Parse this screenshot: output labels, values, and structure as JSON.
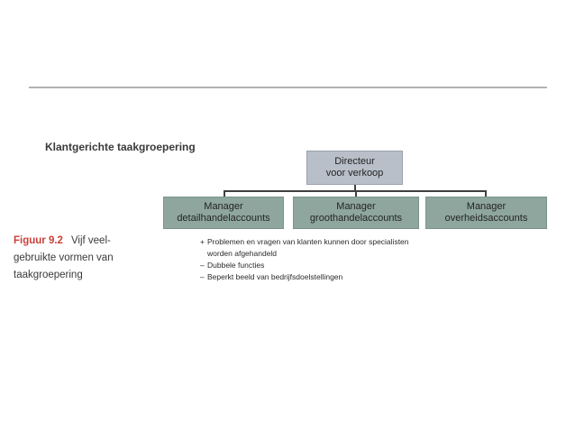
{
  "heading": "Klantgerichte taakgroepering",
  "figure_caption": {
    "label": "Figuur 9.2",
    "lines": [
      "Vijf veel-",
      "gebruikte vormen van",
      "taakgroepering"
    ]
  },
  "org_chart": {
    "root": {
      "lines": [
        "Directeur",
        "voor verkoop"
      ]
    },
    "children": [
      {
        "lines": [
          "Manager",
          "detailhandelaccounts"
        ]
      },
      {
        "lines": [
          "Manager",
          "groothandelaccounts"
        ]
      },
      {
        "lines": [
          "Manager",
          "overheidsaccounts"
        ]
      }
    ]
  },
  "notes": {
    "items": [
      {
        "sign": "+",
        "lines": [
          "Problemen en vragen van klanten kunnen door specialisten",
          "worden afgehandeld"
        ]
      },
      {
        "sign": "–",
        "lines": [
          "Dubbele functies"
        ]
      },
      {
        "sign": "–",
        "lines": [
          "Beperkt beeld van bedrijfsdoelstellingen"
        ]
      }
    ]
  },
  "colors": {
    "text": "#2b2b2b",
    "rule": "#b3b3b3",
    "connector": "#404040",
    "root_box_fill": "#b8bfc9",
    "root_box_border": "#9aa2ac",
    "manager_box_fill": "#8ea69d",
    "manager_box_border": "#7b948b",
    "figure_label": "#c9403a"
  }
}
